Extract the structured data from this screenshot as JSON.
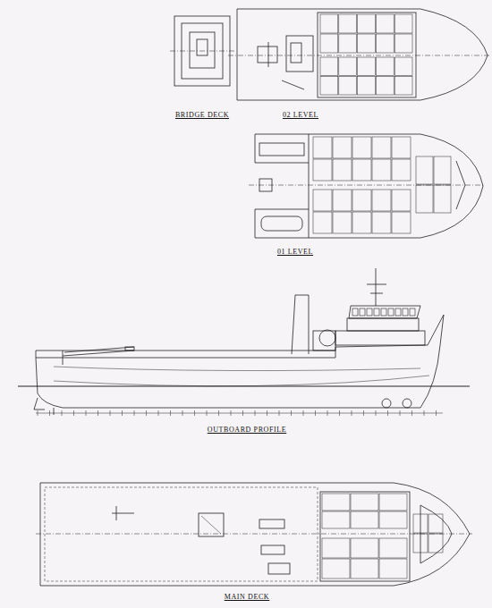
{
  "diagram": {
    "labels": [
      "BRIDGE DECK",
      "02 LEVEL",
      "01 LEVEL",
      "OUTBOARD PROFILE",
      "MAIN DECK"
    ]
  }
}
